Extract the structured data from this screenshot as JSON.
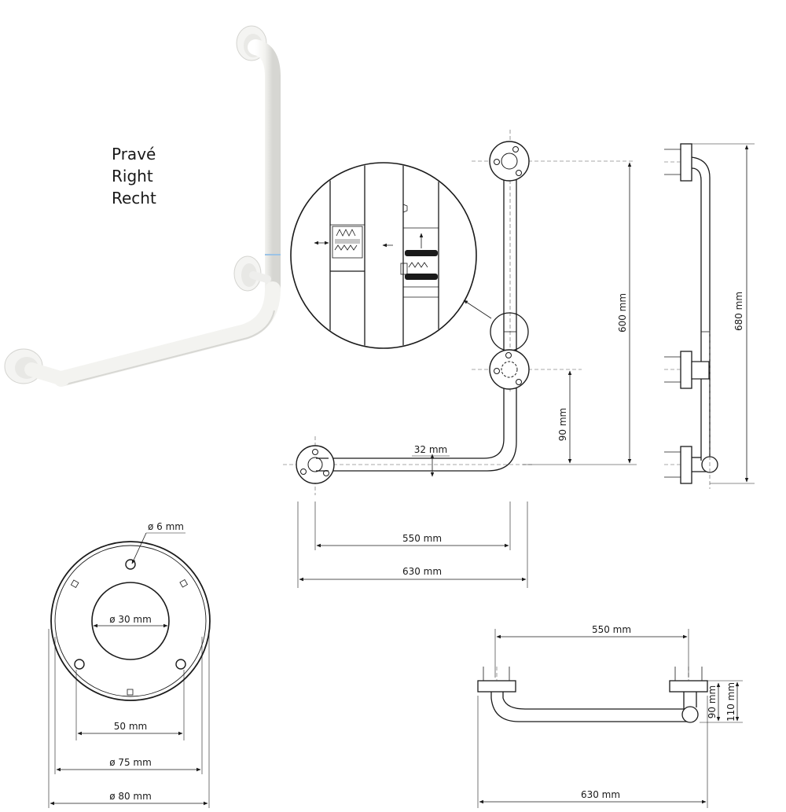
{
  "product": {
    "side_labels": [
      "Pravé",
      "Right",
      "Recht"
    ]
  },
  "dimensions": {
    "height_600": "600 mm",
    "height_680": "680 mm",
    "height_90": "90 mm",
    "tube_32": "32 mm",
    "length_550_front": "550 mm",
    "length_630_front": "630 mm",
    "length_550_top": "550 mm",
    "length_630_top": "630 mm",
    "depth_90_top": "90 mm",
    "depth_110_top": "110 mm"
  },
  "flange": {
    "hole_diameter": "ø 6 mm",
    "inner_diameter": "ø 30 mm",
    "hole_spacing": "50 mm",
    "diameter_75": "ø 75 mm",
    "diameter_80": "ø 80 mm"
  },
  "colors": {
    "line": "#1a1a1a",
    "product_fill": "#f4f4f2",
    "product_shadow": "#d9d9d6",
    "accent_ring": "#9cc3e6"
  }
}
